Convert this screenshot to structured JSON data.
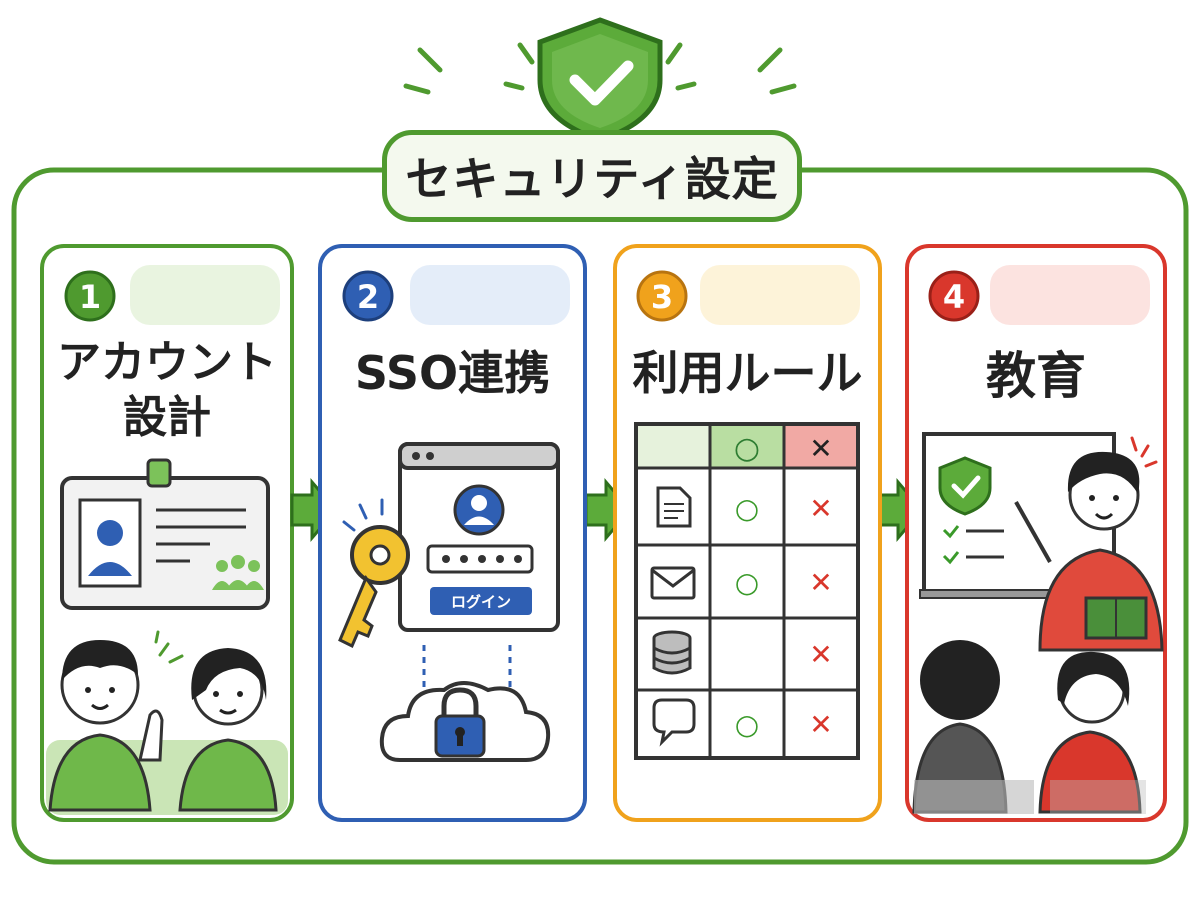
{
  "title": "セキュリティ設定",
  "steps": [
    {
      "number": "1",
      "title_line1": "アカウント",
      "title_line2": "設計",
      "color": "#4f9a2f"
    },
    {
      "number": "2",
      "title": "SSO連携",
      "color": "#2f5fb3",
      "button_label": "ログイン"
    },
    {
      "number": "3",
      "title": "利用ルール",
      "color": "#f0a21c",
      "table": {
        "header_allowed": "○",
        "header_denied": "✕",
        "rows": [
          {
            "icon": "document-icon",
            "allowed": "○",
            "denied": "✕"
          },
          {
            "icon": "mail-icon",
            "allowed": "○",
            "denied": "✕"
          },
          {
            "icon": "database-icon",
            "allowed": "",
            "denied": "✕"
          },
          {
            "icon": "chat-icon",
            "allowed": "○",
            "denied": "✕"
          }
        ]
      }
    },
    {
      "number": "4",
      "title": "教育",
      "color": "#d9372c"
    }
  ],
  "colors": {
    "green": "#4f9a2f",
    "blue": "#2f5fb3",
    "orange": "#f0a21c",
    "red": "#d9372c"
  }
}
